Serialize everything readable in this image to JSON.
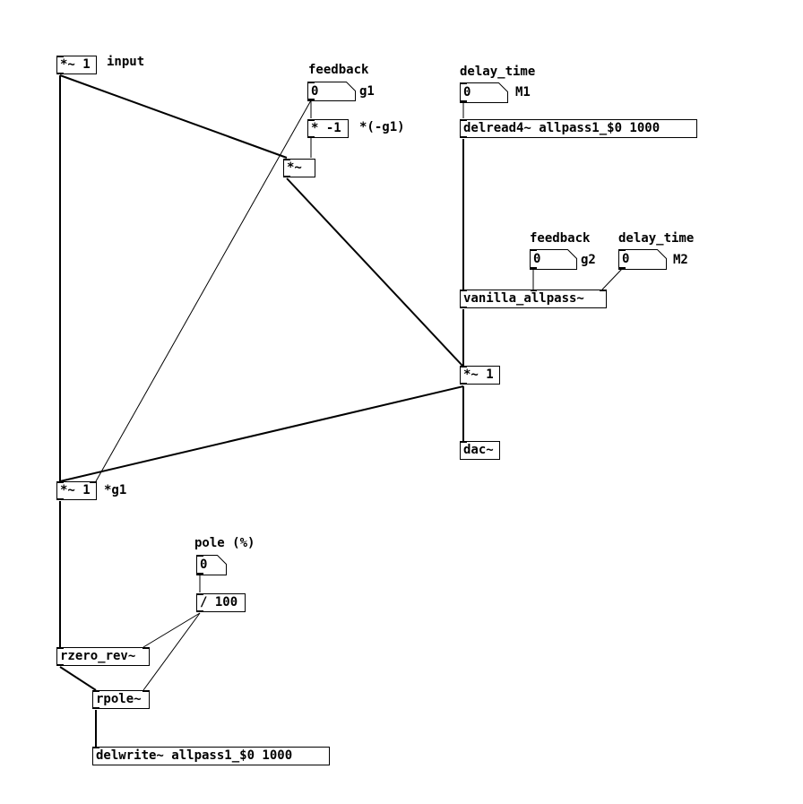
{
  "objects": {
    "mul_input": "*~ 1",
    "fb_num1": "0",
    "mul_neg1": "* -1",
    "mul_sig": "*~",
    "delay_num1": "0",
    "delread": "delread4~ allpass1_$0 1000",
    "fb_num2": "0",
    "delay_num2": "0",
    "vanilla_allpass": "vanilla_allpass~",
    "mul_out": "*~ 1",
    "dac": "dac~",
    "mul_g1": "*~ 1",
    "pole_num": "0",
    "div100": "/ 100",
    "rzero_rev": "rzero_rev~",
    "rpole": "rpole~",
    "delwrite": "delwrite~ allpass1_$0 1000"
  },
  "comments": {
    "input": "input",
    "feedback1": "feedback",
    "g1": "g1",
    "neg_g1": "*(-g1)",
    "delay_time1": "delay_time",
    "m1": "M1",
    "feedback2": "feedback",
    "g2": "g2",
    "delay_time2": "delay_time",
    "m2": "M2",
    "mul_g1": "*g1",
    "pole": "pole (%)"
  }
}
